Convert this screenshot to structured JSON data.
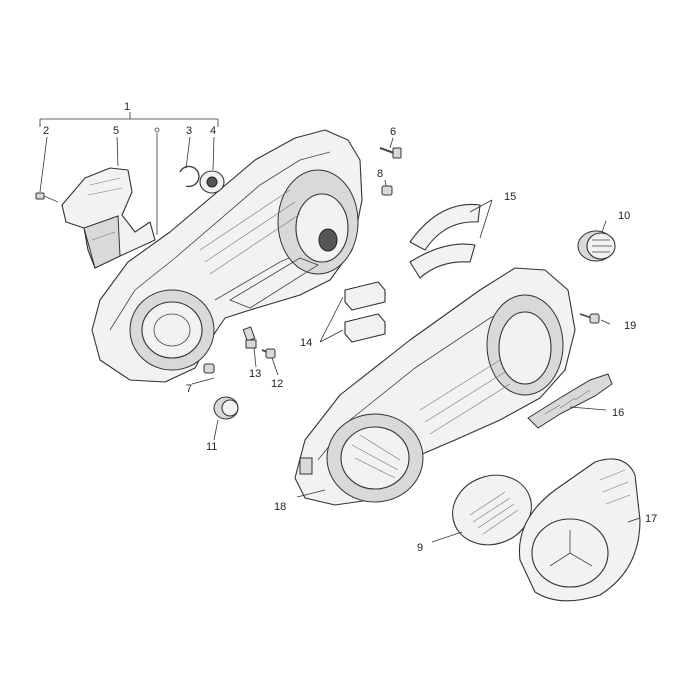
{
  "diagram": {
    "callouts": {
      "c1": "1",
      "c2": "2",
      "c3": "3",
      "c4": "4",
      "c5": "5",
      "c6": "6",
      "c7": "7",
      "c8": "8",
      "c9": "9",
      "c10": "10",
      "c11": "11",
      "c12": "12",
      "c13": "13",
      "c14": "14",
      "c15": "15",
      "c16": "16",
      "c17": "17",
      "c18": "18",
      "c19": "19"
    }
  }
}
